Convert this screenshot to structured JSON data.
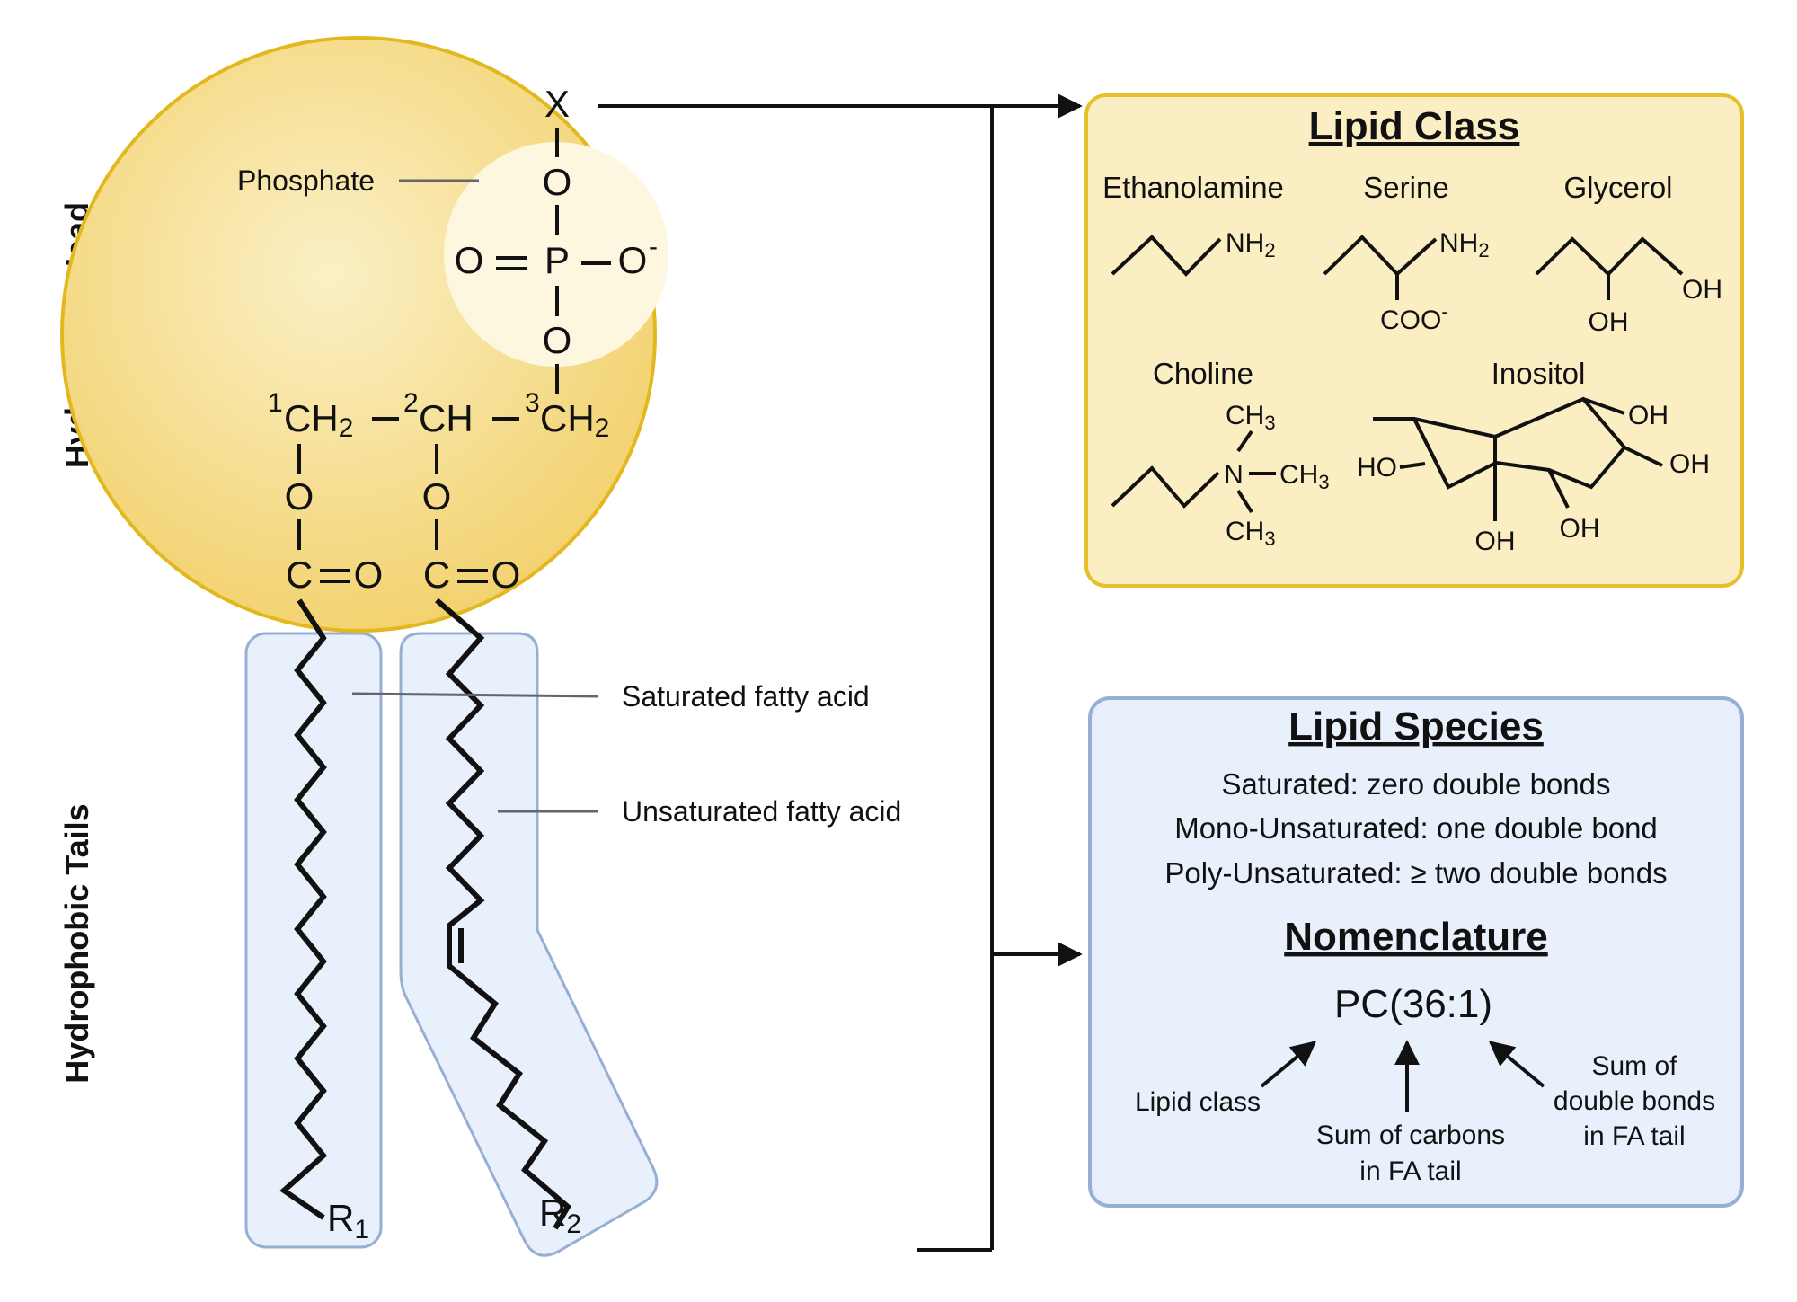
{
  "side_labels": {
    "head": "Hydrophilic Head",
    "tails": "Hydrophobic Tails"
  },
  "head": {
    "x": "X",
    "phosphate_label": "Phosphate",
    "o_top": "O",
    "o_left": "O",
    "p": "P",
    "o_right": "O",
    "o_right_charge": "-",
    "o_bottom": "O",
    "c1": "CH",
    "c1_sub": "2",
    "c1_num": "1",
    "c2": "CH",
    "c2_num": "2",
    "c3": "CH",
    "c3_sub": "2",
    "c3_num": "3",
    "ester1_o": "O",
    "ester1_c": "C",
    "ester1_o2": "O",
    "ester2_o": "O",
    "ester2_c": "C",
    "ester2_o2": "O"
  },
  "tails": {
    "sat_label": "Saturated fatty acid",
    "unsat_label": "Unsaturated fatty acid",
    "r1": "R",
    "r1_sub": "1",
    "r2": "R",
    "r2_sub": "2"
  },
  "lipid_class": {
    "title": "Lipid Class",
    "ethanolamine": {
      "name": "Ethanolamine",
      "group": "NH",
      "sub": "2"
    },
    "serine": {
      "name": "Serine",
      "group": "NH",
      "sub": "2",
      "acid": "COO",
      "charge": "-"
    },
    "glycerol": {
      "name": "Glycerol",
      "oh1": "OH",
      "oh2": "OH"
    },
    "choline": {
      "name": "Choline",
      "n": "N",
      "ch3_top": "CH",
      "ch3_right": "CH",
      "ch3_bottom": "CH",
      "sub": "3"
    },
    "inositol": {
      "name": "Inositol",
      "oh_tr": "OH",
      "oh_r": "OH",
      "ho_l": "HO",
      "oh_b1": "OH",
      "oh_b2": "OH"
    }
  },
  "lipid_species": {
    "title": "Lipid Species",
    "lines": [
      "Saturated: zero double bonds",
      "Mono-Unsaturated: one double bond",
      "Poly-Unsaturated: ≥ two double bonds"
    ],
    "nomenclature_title": "Nomenclature",
    "formula": "PC(36:1)",
    "ann_class": "Lipid class",
    "ann_carbons_1": "Sum of carbons",
    "ann_carbons_2": "in FA tail",
    "ann_double_1": "Sum of",
    "ann_double_2": "double bonds",
    "ann_double_3": "in FA tail"
  },
  "colors": {
    "head_fill": "#f6dc86",
    "head_stroke": "#e2b81e",
    "phosphate_fill": "#fdf7e0",
    "class_box_fill": "#fbeec3",
    "class_box_stroke": "#e6c02a",
    "tail_box_fill": "#e8f0fb",
    "tail_box_stroke": "#97aed5",
    "species_box_fill": "#e8f0fb",
    "species_box_stroke": "#97aed5"
  }
}
